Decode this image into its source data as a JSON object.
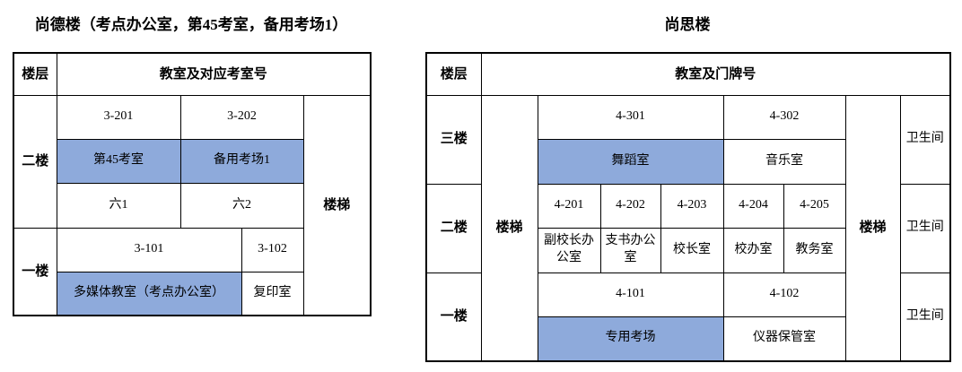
{
  "colors": {
    "highlight": "#8EAADB",
    "border": "#000000",
    "background": "#FFFFFF",
    "text": "#000000"
  },
  "left": {
    "title": "尚德楼（考点办公室，第45考室，备用考场1）",
    "header_floor": "楼层",
    "header_rooms": "教室及对应考室号",
    "floor2": "二楼",
    "floor1": "一楼",
    "stairs": "楼梯",
    "rows": [
      [
        "3-201",
        "3-202"
      ],
      [
        "第45考室",
        "备用考场1"
      ],
      [
        "六1",
        "六2"
      ],
      [
        "3-101",
        "3-102"
      ],
      [
        "多媒体教室（考点办公室）",
        "复印室"
      ]
    ]
  },
  "right": {
    "title": "尚思楼",
    "header_floor": "楼层",
    "header_rooms": "教室及门牌号",
    "floor3": "三楼",
    "floor2": "二楼",
    "floor1": "一楼",
    "stairs_left": "楼梯",
    "stairs_right": "楼梯",
    "washrooms": [
      "卫生间",
      "卫生间",
      "卫生间"
    ],
    "rows": [
      [
        "4-301",
        "4-302"
      ],
      [
        "舞蹈室",
        "音乐室"
      ],
      [
        "4-201",
        "4-202",
        "4-203",
        "4-204",
        "4-205"
      ],
      [
        "副校长办公室",
        "支书办公室",
        "校长室",
        "校办室",
        "教务室"
      ],
      [
        "4-101",
        "4-102"
      ],
      [
        "专用考场",
        "仪器保管室"
      ]
    ]
  }
}
